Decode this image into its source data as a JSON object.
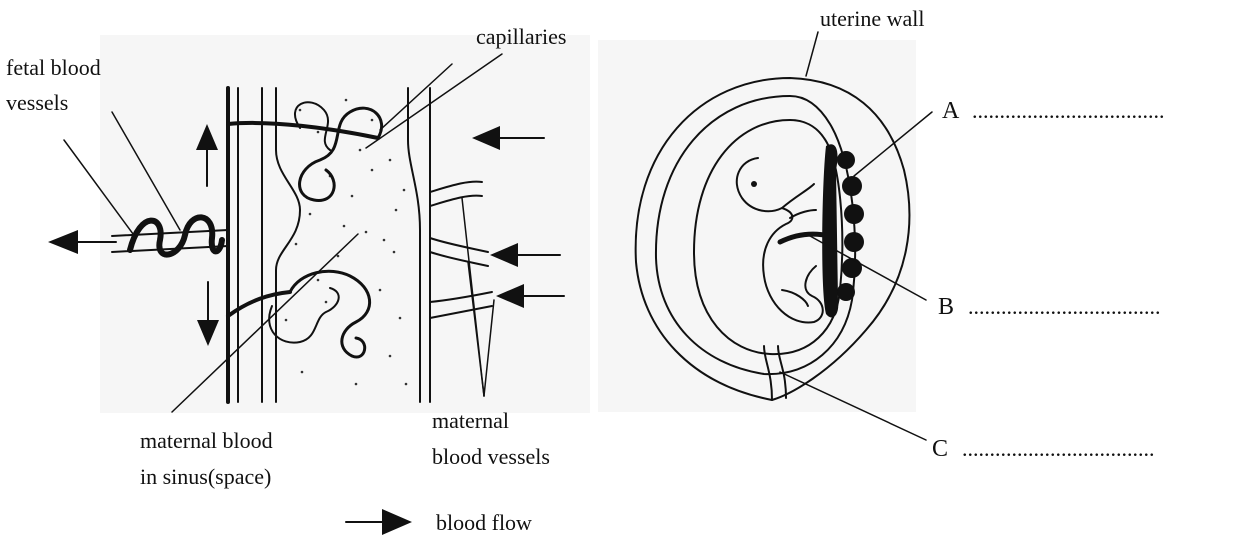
{
  "left_diagram": {
    "labels": {
      "fetal_vessels_line1": "fetal blood",
      "fetal_vessels_line2": "vessels",
      "capillaries": "capillaries",
      "maternal_blood_line1": "maternal blood",
      "maternal_blood_line2": "in sinus(space)",
      "maternal_vessels_line1": "maternal",
      "maternal_vessels_line2": "blood vessels"
    },
    "legend": {
      "label": "blood flow",
      "icon": "right-arrow-icon"
    }
  },
  "right_diagram": {
    "labels": {
      "uterine_wall": "uterine wall",
      "A": "A",
      "B": "B",
      "C": "C",
      "blank_A": "...................................",
      "blank_B": "...................................",
      "blank_C": "..................................."
    }
  }
}
